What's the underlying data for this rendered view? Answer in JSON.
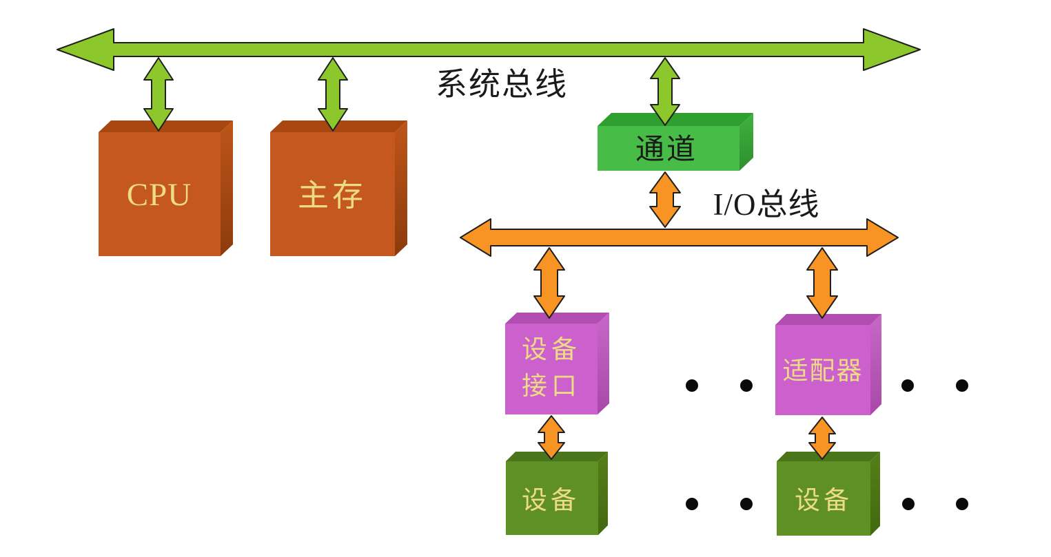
{
  "diagram": {
    "labels": {
      "system_bus": "系统总线",
      "io_bus": "I/O总线"
    },
    "nodes": {
      "cpu": {
        "label": "CPU"
      },
      "main_memory": {
        "label": "主存"
      },
      "channel": {
        "label": "通道"
      },
      "device_interface": {
        "label_line1": "设备",
        "label_line2": "接口"
      },
      "adapter": {
        "label": "适配器"
      },
      "device_left": {
        "label": "设备"
      },
      "device_right": {
        "label": "设备"
      }
    },
    "colors": {
      "system_bus_green": "#8CC72C",
      "io_bus_orange": "#F79423",
      "processor_box_orange": "#C4581E",
      "channel_box_green": "#47BC47",
      "interface_box_magenta": "#CC60CC",
      "device_box_olive": "#5F9023",
      "box_label_gold": "#EDDB85",
      "bus_label_black": "#1A1A1A"
    }
  }
}
